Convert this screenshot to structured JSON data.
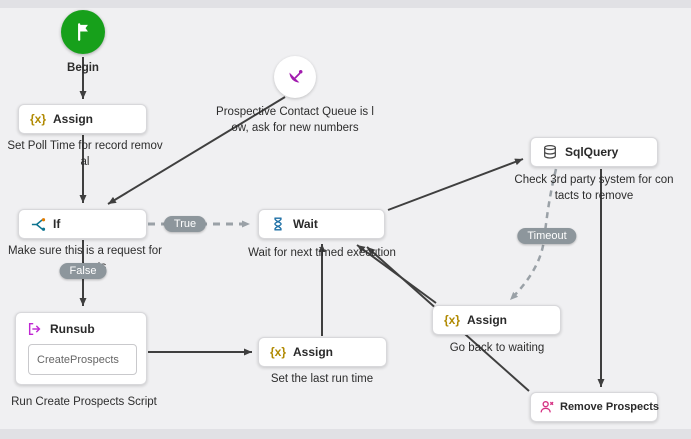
{
  "colors": {
    "canvas_bg": "#f0f0f2",
    "edge": "#3f3f3f",
    "dashed_edge": "#9aa1a7",
    "begin_green": "#17a01b",
    "assign_gold": "#b08900",
    "if_teal": "#0e7490",
    "wait_blue": "#1d6fa5",
    "sql_gray": "#4a4a4a",
    "runsub_magenta": "#c026d3",
    "person_pink": "#d63384",
    "event_purple": "#a21caf"
  },
  "icons": {
    "assign_glyph": "{x}"
  },
  "nodes": {
    "begin": {
      "label": "Begin"
    },
    "assign_poll": {
      "title": "Assign",
      "desc": "Set Poll Time for record remov\nal"
    },
    "if_check": {
      "title": "If",
      "desc": "Make sure this is a request for\ncontacts"
    },
    "wait": {
      "title": "Wait",
      "desc": "Wait for next timed execution"
    },
    "sqlquery": {
      "title": "SqlQuery",
      "desc": "Check 3rd party system for con\ntacts to remove"
    },
    "assign_goback": {
      "title": "Assign",
      "desc": "Go back to waiting"
    },
    "runsub": {
      "title": "Runsub",
      "field_value": "CreateProspects",
      "desc": "Run Create Prospects Script"
    },
    "assign_lastrun": {
      "title": "Assign",
      "desc": "Set the last run time"
    },
    "remove_prospects": {
      "title": "Remove Prospects"
    },
    "event": {
      "desc": "Prospective Contact Queue is l\now, ask for new numbers"
    }
  },
  "badges": {
    "true_label": "True",
    "false_label": "False",
    "timeout_label": "Timeout"
  }
}
